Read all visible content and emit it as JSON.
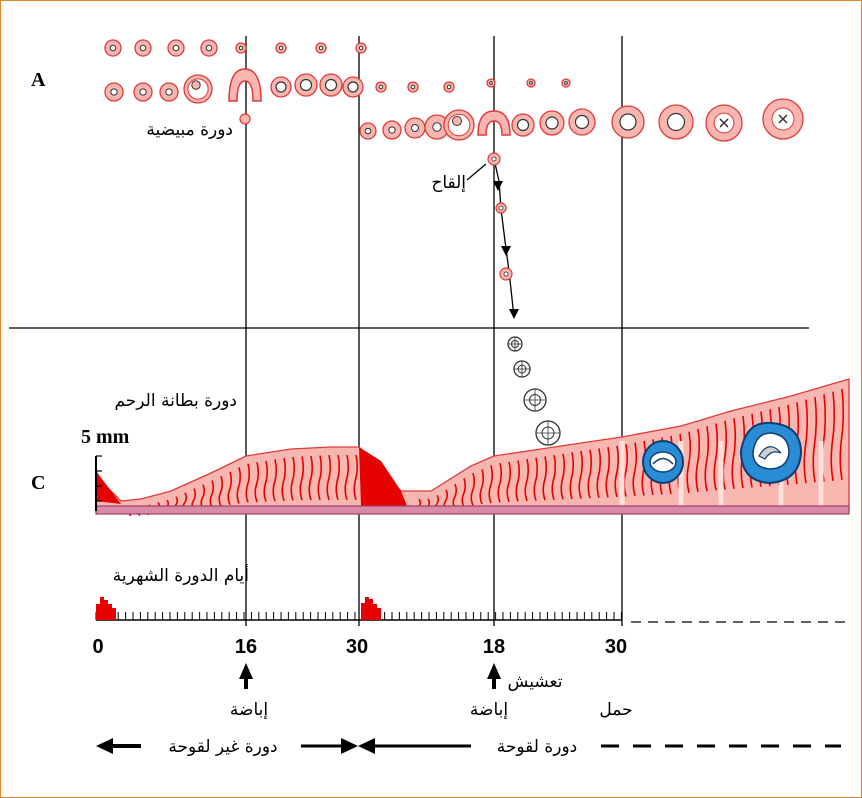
{
  "panel_labels": {
    "a": "A",
    "c": "C"
  },
  "labels": {
    "ovarian_cycle": "دورة مبيضية",
    "fertilization": "إلقاح",
    "uterine_cycle": "دورة بطانة الرحم",
    "thickness": "5 mm",
    "menstrual_days": "أيام الدورة الشهرية",
    "nesting": "تعشيش",
    "pregnancy": "حمل",
    "ovulation_1": "إباضة",
    "ovulation_2": "إباضة",
    "non_fertile_cycle": "دورة غير لقوحة",
    "fertile_cycle": "دورة لقوحة"
  },
  "axis_ticks": [
    "0",
    "16",
    "30",
    "18",
    "30"
  ],
  "colors": {
    "border": "#e8862a",
    "pink_fill": "#f7b7b0",
    "red_outline": "#e03a3a",
    "deep_red": "#e60000",
    "embryo_blue": "#2b8cd6",
    "baseline": "#a0406a"
  }
}
